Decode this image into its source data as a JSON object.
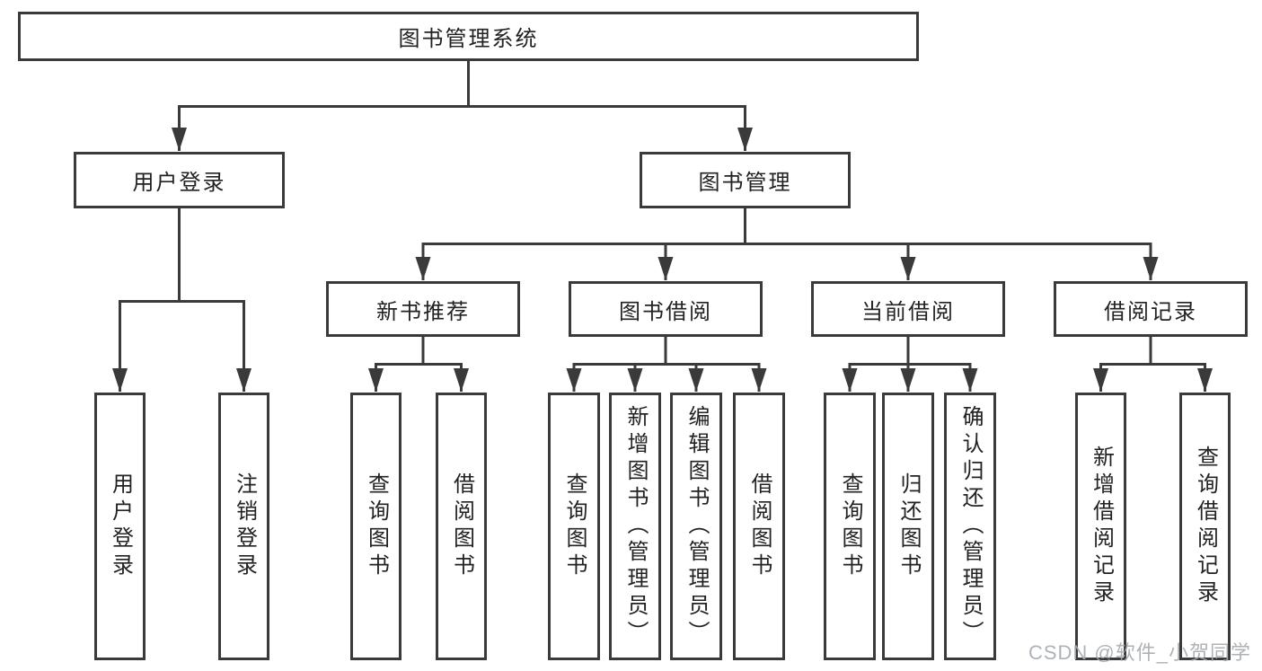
{
  "diagram": {
    "title": "图书管理系统",
    "colors": {
      "line": "#3a3a3a",
      "box_border": "#3a3a3a",
      "text": "#222222",
      "background": "#ffffff",
      "watermark": "#a5abb1"
    },
    "root": {
      "label": "图书管理系统"
    },
    "level2": [
      {
        "id": "user-login",
        "label": "用户登录"
      },
      {
        "id": "book-management",
        "label": "图书管理"
      }
    ],
    "level3": [
      {
        "id": "new-book-recommend",
        "label": "新书推荐"
      },
      {
        "id": "book-borrowing",
        "label": "图书借阅"
      },
      {
        "id": "current-borrowing",
        "label": "当前借阅"
      },
      {
        "id": "borrowing-records",
        "label": "借阅记录"
      }
    ],
    "leaves": {
      "user_login": [
        "用户登录",
        "注销登录"
      ],
      "new_book": [
        "查询图书",
        "借阅图书"
      ],
      "book_borrow": [
        "查询图书",
        "新增图书（管理员）",
        "编辑图书（管理员）",
        "借阅图书"
      ],
      "current_borrow": [
        "查询图书",
        "归还图书",
        "确认归还（管理员）"
      ],
      "records": [
        "新增借阅记录",
        "查询借阅记录"
      ]
    },
    "watermark": "CSDN @软件_小贺同学"
  }
}
